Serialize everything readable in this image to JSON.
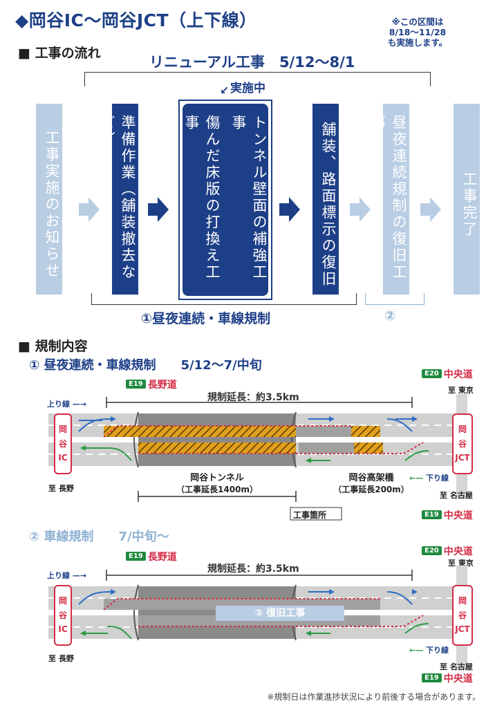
{
  "header": {
    "title": "◆岡谷IC〜岡谷JCT（上下線）",
    "note": [
      "※この区間は",
      "8/18〜11/28",
      "も実施します。"
    ]
  },
  "flow": {
    "heading": "■ 工事の流れ",
    "renewal_label": "リニューアル工事　5/12〜8/1",
    "in_progress": "実施中",
    "steps": [
      "工事実施のお知らせ",
      "準備作業（舗装撤去など）",
      "傷んだ床版の打換え工事",
      "トンネル壁面の補強工事",
      "舗装、路面標示の復旧",
      "昼夜連続規制の復旧工事",
      "工事完了"
    ],
    "bracket1_label": "①昼夜連続・車線規制",
    "bracket2_label": "②"
  },
  "regulation": {
    "heading": "■ 規制内容",
    "section1": {
      "title": "①  昼夜連続・車線規制　　5/12〜7/中旬",
      "e19": "E19",
      "nagano": "長野道",
      "e20": "E20",
      "chuo": "中央道",
      "to_tokyo": "至 東京",
      "up_line": "上り線",
      "length": "規制延長：約3.5km",
      "ic": [
        "岡",
        "谷",
        "IC"
      ],
      "jct": [
        "岡",
        "谷",
        "JCT"
      ],
      "down_line": "下り線",
      "to_nagano": "至 長野",
      "tunnel": "岡谷トンネル",
      "tunnel_len": "（工事延長1400m）",
      "viaduct": "岡谷高架橋",
      "viaduct_len": "（工事延長200m）",
      "to_nagoya": "至 名古屋",
      "e19b": "E19",
      "chuo_b": "中央道",
      "legend": "工事箇所"
    },
    "section2": {
      "title": "②  車線規制　　7/中旬〜",
      "e19": "E19",
      "nagano": "長野道",
      "e20": "E20",
      "chuo": "中央道",
      "to_tokyo": "至 東京",
      "up_line": "上り線",
      "length": "規制延長：約3.5km",
      "ic": [
        "岡",
        "谷",
        "IC"
      ],
      "jct": [
        "岡",
        "谷",
        "JCT"
      ],
      "restore": "②  復旧工事",
      "down_line": "下り線",
      "to_nagano": "至 長野",
      "to_nagoya": "至 名古屋",
      "e19b": "E19",
      "chuo_b": "中央道"
    }
  },
  "footer": "※規制日は作業進捗状況により前後する場合があります。",
  "colors": {
    "navy": "#1d3f87",
    "light_blue": "#b9cde3",
    "red": "#d42a44",
    "green": "#1f8a3f",
    "road_gray": "#c8c8c8"
  }
}
